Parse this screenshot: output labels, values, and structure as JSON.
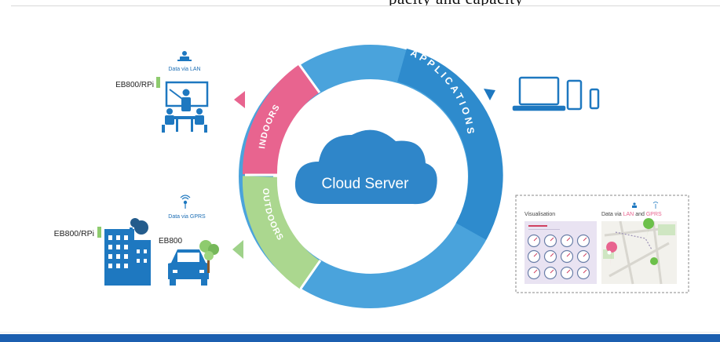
{
  "header": {
    "cut_text": "pacity and capacity"
  },
  "ring": {
    "center_label": "Cloud Server",
    "indoors_label": "INDOORS",
    "outdoors_label": "OUTDOORS",
    "applications_label": "APPLICATIONS"
  },
  "indoor": {
    "device_label": "EB800/RPi",
    "data_label": "Data via LAN"
  },
  "outdoor": {
    "device_label": "EB800/RPi",
    "car_device_label": "EB800",
    "data_label": "Data via GPRS"
  },
  "panel": {
    "visualisation_title": "Visualisation",
    "map_title_prefix": "Data via ",
    "map_title_lan": "LAN",
    "map_title_mid": " and ",
    "map_title_gprs": "GPRS"
  },
  "colors": {
    "ring_blue": "#3d9ad6",
    "ring_blue_light": "#62b4e6",
    "indoors_pink": "#e8648f",
    "outdoors_green": "#a9d88f",
    "cloud_blue": "#2f86c9",
    "icon_blue": "#1e78c0",
    "brand_bar": "#1c5fb0"
  }
}
